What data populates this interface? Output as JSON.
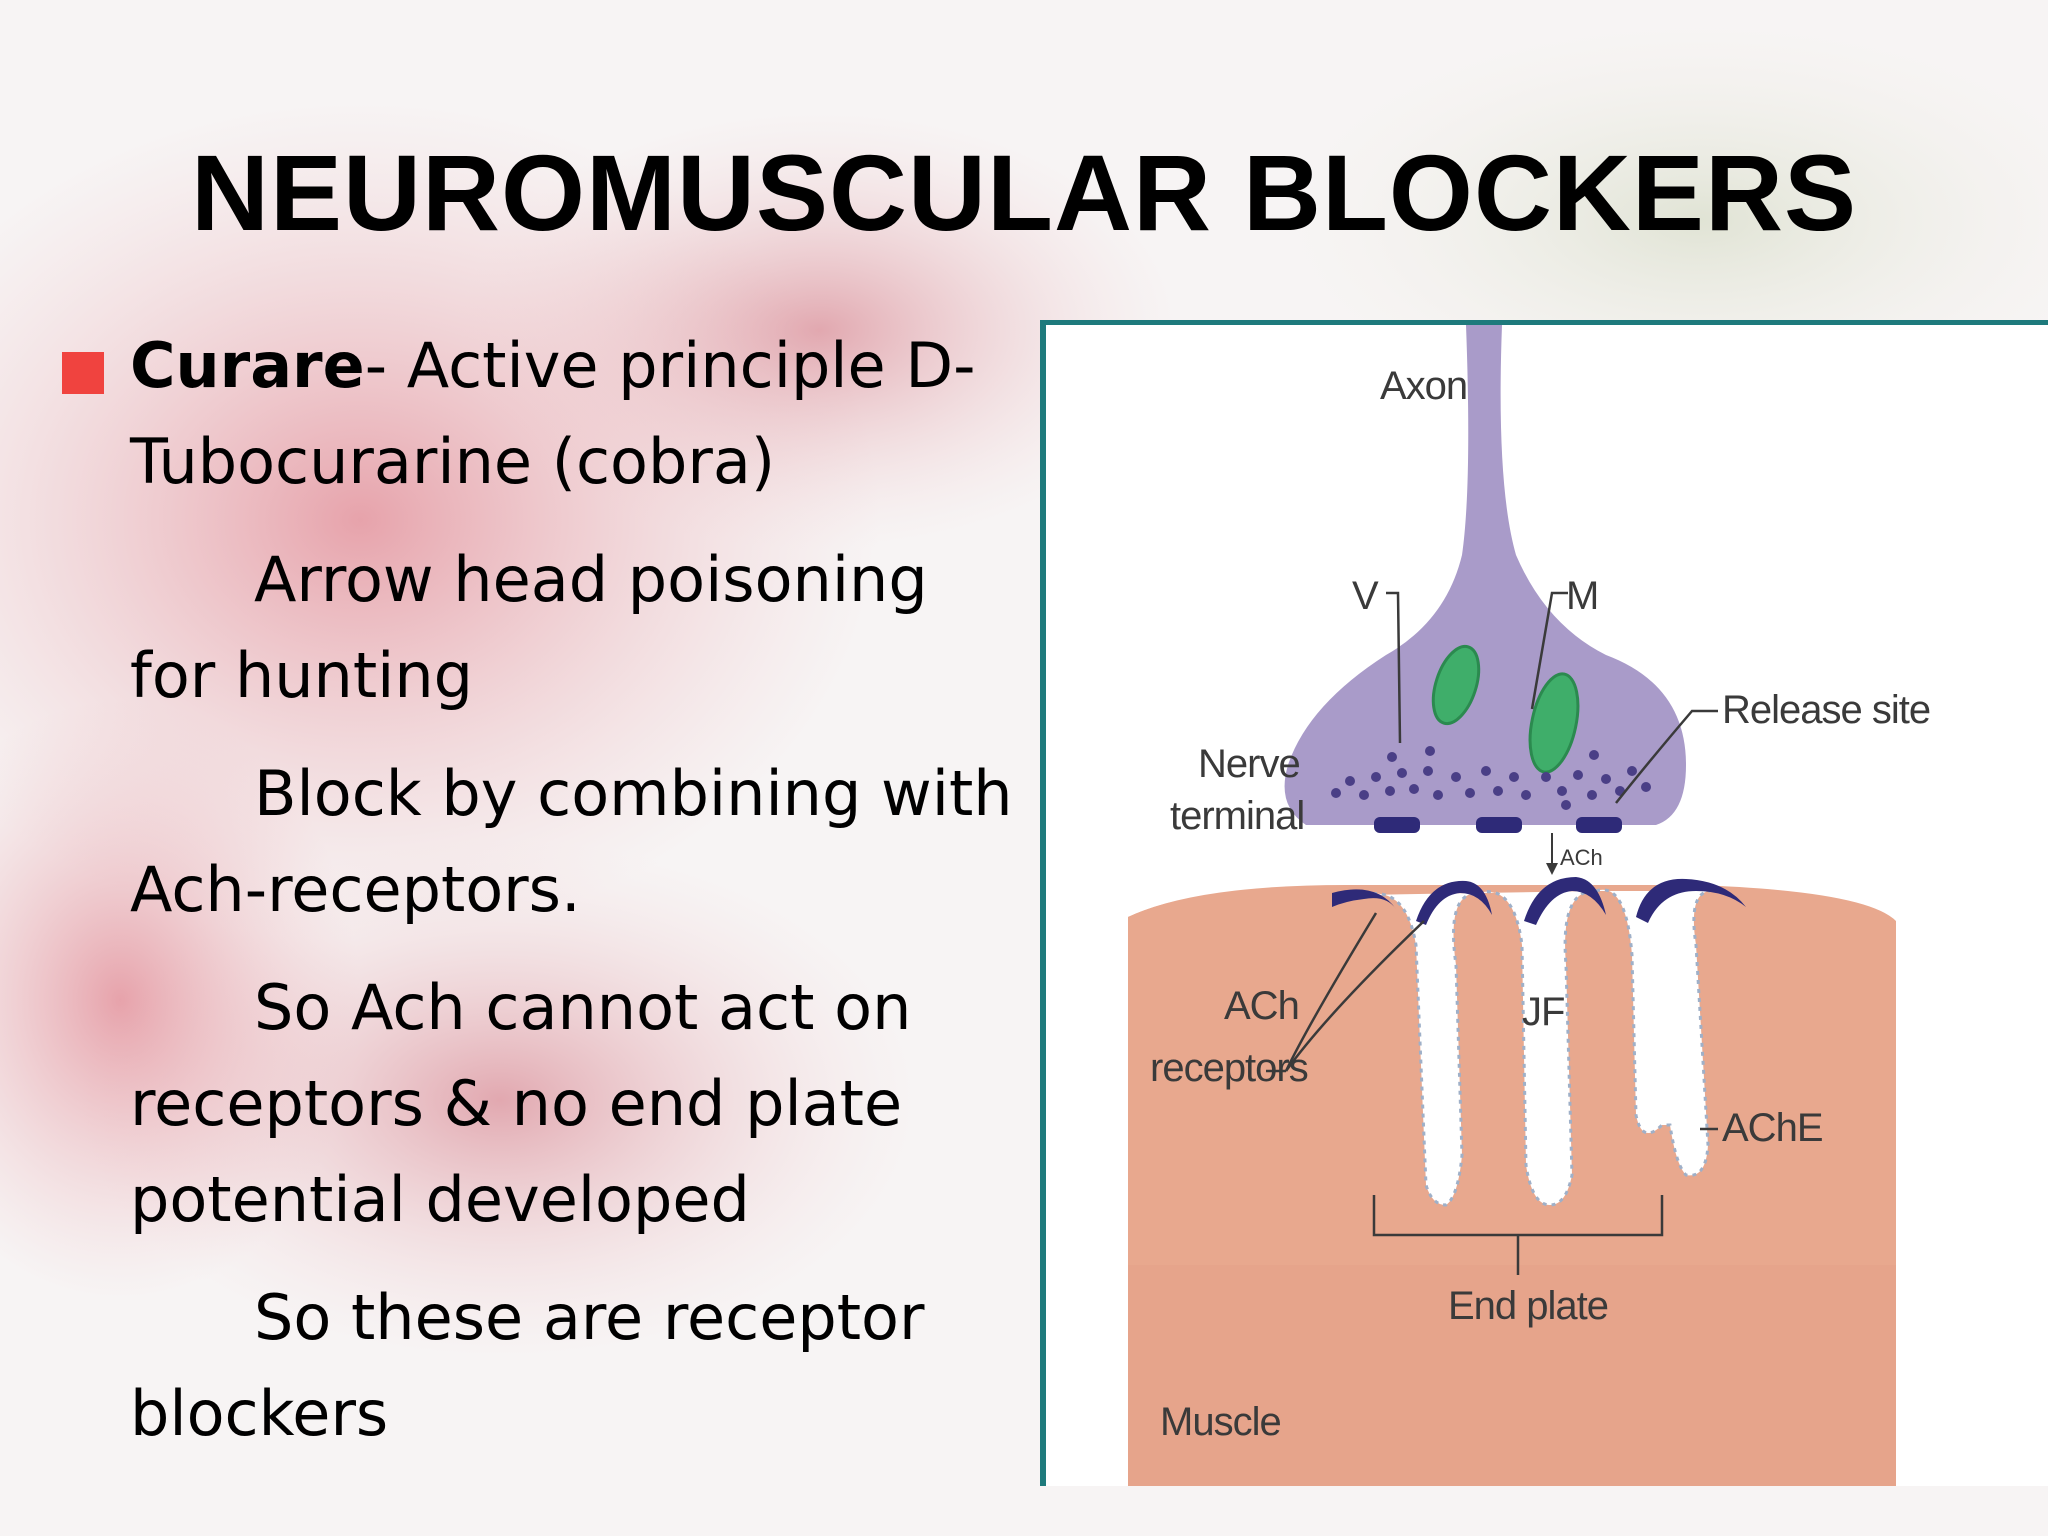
{
  "slide": {
    "title": "NEUROMUSCULAR BLOCKERS",
    "bullet": {
      "term": "Curare",
      "text": "- Active principle D-Tubocurarine (cobra)"
    },
    "paragraphs": [
      "Arrow head poisoning for hunting",
      "Block by combining with Ach-receptors.",
      "So Ach cannot act on receptors & no end plate potential developed",
      "So these are receptor blockers"
    ],
    "colors": {
      "bullet": "#f0433f",
      "figure_border": "#1e7a7c",
      "nerve": "#a99bc9",
      "muscle": "#e9a68c",
      "mitochondria": "#3fae6a",
      "receptors": "#2e2a78"
    }
  },
  "diagram": {
    "labels": {
      "axon": "Axon",
      "v": "V",
      "m": "M",
      "release_site": "Release site",
      "nerve_terminal_1": "Nerve",
      "nerve_terminal_2": "terminal",
      "ach": "ACh",
      "ach_receptors_1": "ACh",
      "ach_receptors_2": "receptors",
      "jf": "JF",
      "ache": "AChE",
      "end_plate": "End plate",
      "muscle": "Muscle"
    }
  }
}
